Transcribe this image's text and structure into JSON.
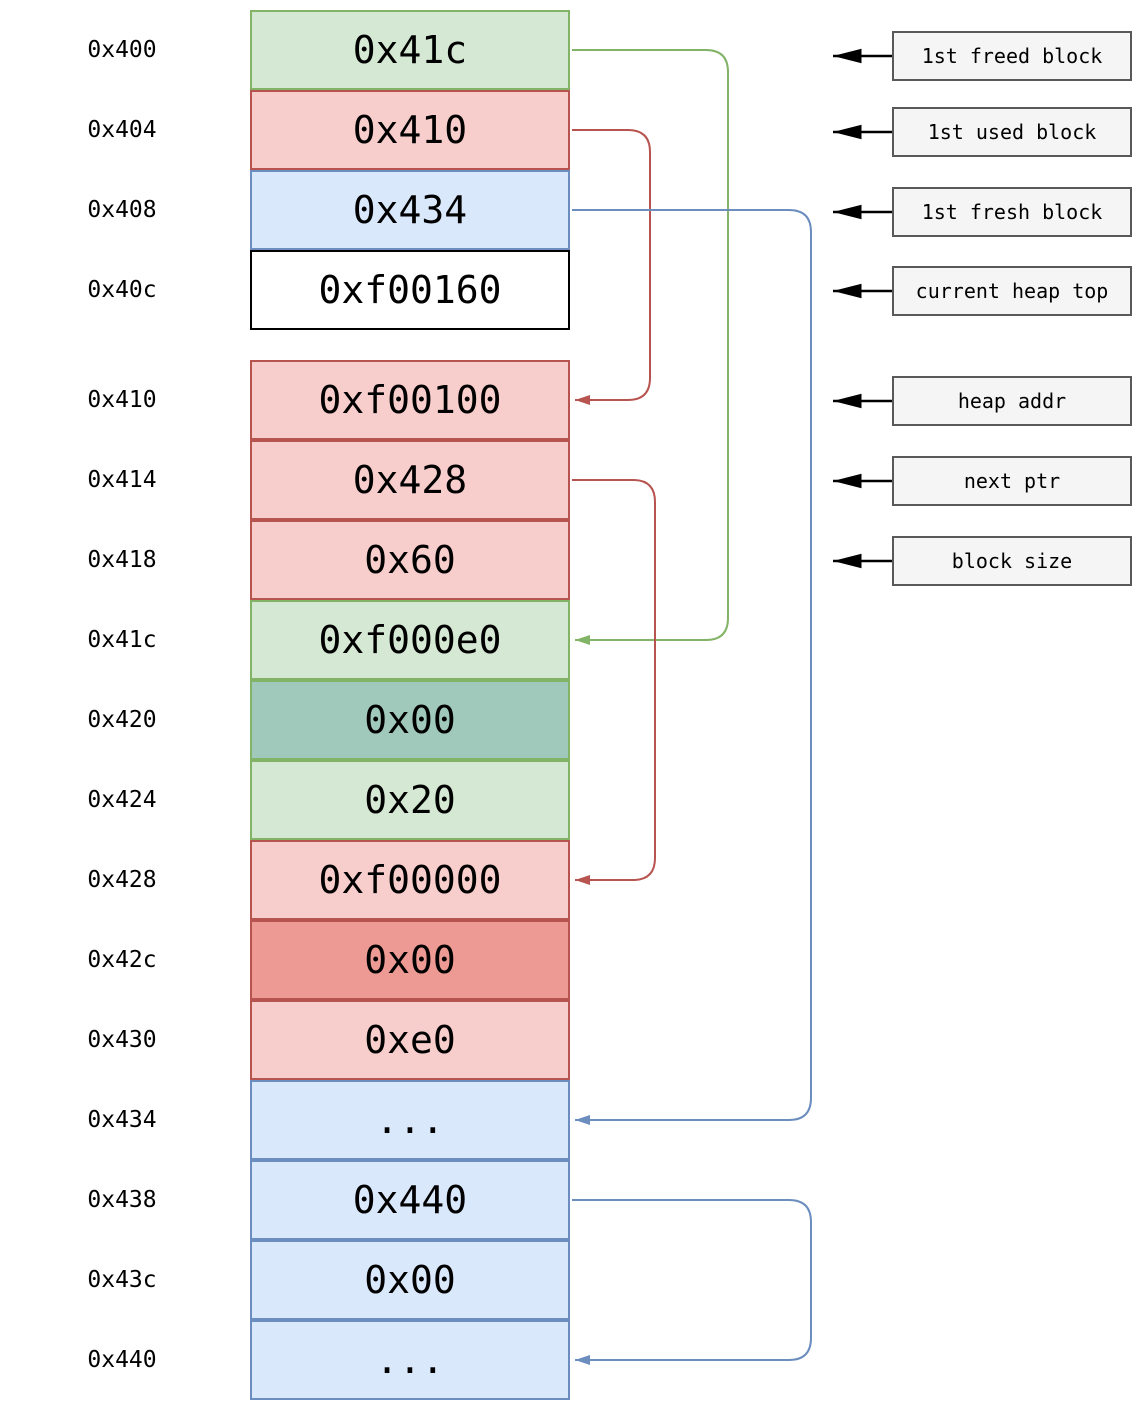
{
  "memory_cells": [
    {
      "address": "0x400",
      "value": "0x41c",
      "style": "green"
    },
    {
      "address": "0x404",
      "value": "0x410",
      "style": "red"
    },
    {
      "address": "0x408",
      "value": "0x434",
      "style": "blue"
    },
    {
      "address": "0x40c",
      "value": "0xf00160",
      "style": "white"
    },
    {
      "address": "0x410",
      "value": "0xf00100",
      "style": "red"
    },
    {
      "address": "0x414",
      "value": "0x428",
      "style": "red"
    },
    {
      "address": "0x418",
      "value": "0x60",
      "style": "red"
    },
    {
      "address": "0x41c",
      "value": "0xf000e0",
      "style": "green"
    },
    {
      "address": "0x420",
      "value": "0x00",
      "style": "teal"
    },
    {
      "address": "0x424",
      "value": "0x20",
      "style": "green"
    },
    {
      "address": "0x428",
      "value": "0xf00000",
      "style": "red"
    },
    {
      "address": "0x42c",
      "value": "0x00",
      "style": "darkred"
    },
    {
      "address": "0x430",
      "value": "0xe0",
      "style": "red"
    },
    {
      "address": "0x434",
      "value": "...",
      "style": "blue"
    },
    {
      "address": "0x438",
      "value": "0x440",
      "style": "blue"
    },
    {
      "address": "0x43c",
      "value": "0x00",
      "style": "blue"
    },
    {
      "address": "0x440",
      "value": "...",
      "style": "blue"
    }
  ],
  "pointer_labels": [
    {
      "text": "1st freed block"
    },
    {
      "text": "1st used block"
    },
    {
      "text": "1st fresh block"
    },
    {
      "text": "current heap top"
    },
    {
      "text": "heap addr"
    },
    {
      "text": "next ptr"
    },
    {
      "text": "block size"
    }
  ],
  "connectors": [
    {
      "from_address": "0x400",
      "to_address": "0x41c",
      "color_name": "green"
    },
    {
      "from_address": "0x404",
      "to_address": "0x410",
      "color_name": "red"
    },
    {
      "from_address": "0x414",
      "to_address": "0x428",
      "color_name": "red"
    },
    {
      "from_address": "0x408",
      "to_address": "0x434",
      "color_name": "blue"
    },
    {
      "from_address": "0x438",
      "to_address": "0x440",
      "color_name": "blue"
    }
  ],
  "colors": {
    "green_fill": "#d5e8d4",
    "green_stroke": "#82b366",
    "red_fill": "#f8cecc",
    "red_stroke": "#b85450",
    "blue_fill": "#dae8fc",
    "blue_stroke": "#6c8ebf",
    "teal_fill": "#a0c9bb",
    "dark_red_fill": "#ee9a94",
    "white_fill": "#ffffff",
    "black_stroke": "#000000",
    "label_fill": "#f5f5f5",
    "label_stroke": "#595959",
    "arrow_black": "#000000",
    "text": "#000000",
    "background": "#ffffff"
  }
}
